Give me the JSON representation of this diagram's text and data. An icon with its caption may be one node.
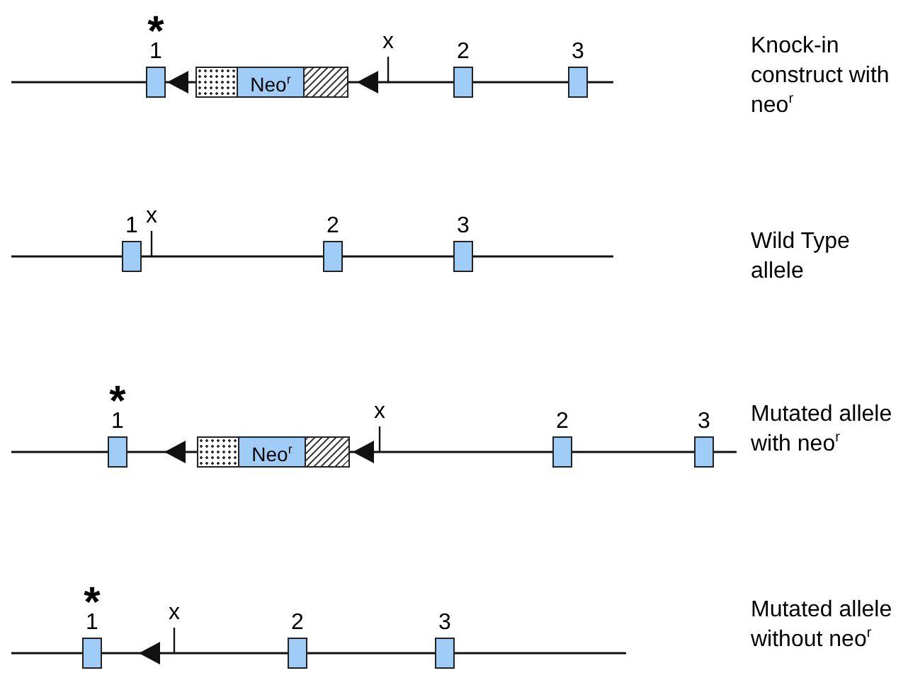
{
  "diagram": {
    "nodes": [
      {
        "text": [
          "1"
        ],
        "beside": [
          "*"
        ]
      },
      {
        "text": [],
        "shape": "triangle"
      },
      {
        "text": [
          "Neo$^{r}$"
        ]
      },
      {
        "text": [],
        "shape": "triangle"
      },
      {
        "text": [
          "2"
        ]
      },
      {
        "text": [
          "3"
        ]
      },
      {
        "text": [
          "1"
        ]
      },
      {
        "text": [
          "2"
        ]
      },
      {
        "text": [
          "3"
        ]
      },
      {
        "text": [
          "1"
        ],
        "beside": [
          "*"
        ]
      },
      {
        "text": [],
        "shape": "triangle"
      },
      {
        "text": [
          "Neo$^{r}$"
        ]
      },
      {
        "text": [],
        "shape": "triangle"
      },
      {
        "text": [
          "2"
        ]
      },
      {
        "text": [
          "3"
        ]
      },
      {
        "text": [
          "1"
        ],
        "beside": [
          "*"
        ]
      },
      {
        "text": [],
        "shape": "triangle"
      },
      {
        "text": [
          "2"
        ]
      },
      {
        "text": [
          "3"
        ]
      }
    ],
    "labels": [
      "x",
      "Knock-in construct with neo$^{r}$",
      "x",
      "Wild Type allele",
      "x",
      "Mutated allele with neo$^{r}$",
      "x",
      "Mutated allele without neo$^{r}$"
    ]
  }
}
